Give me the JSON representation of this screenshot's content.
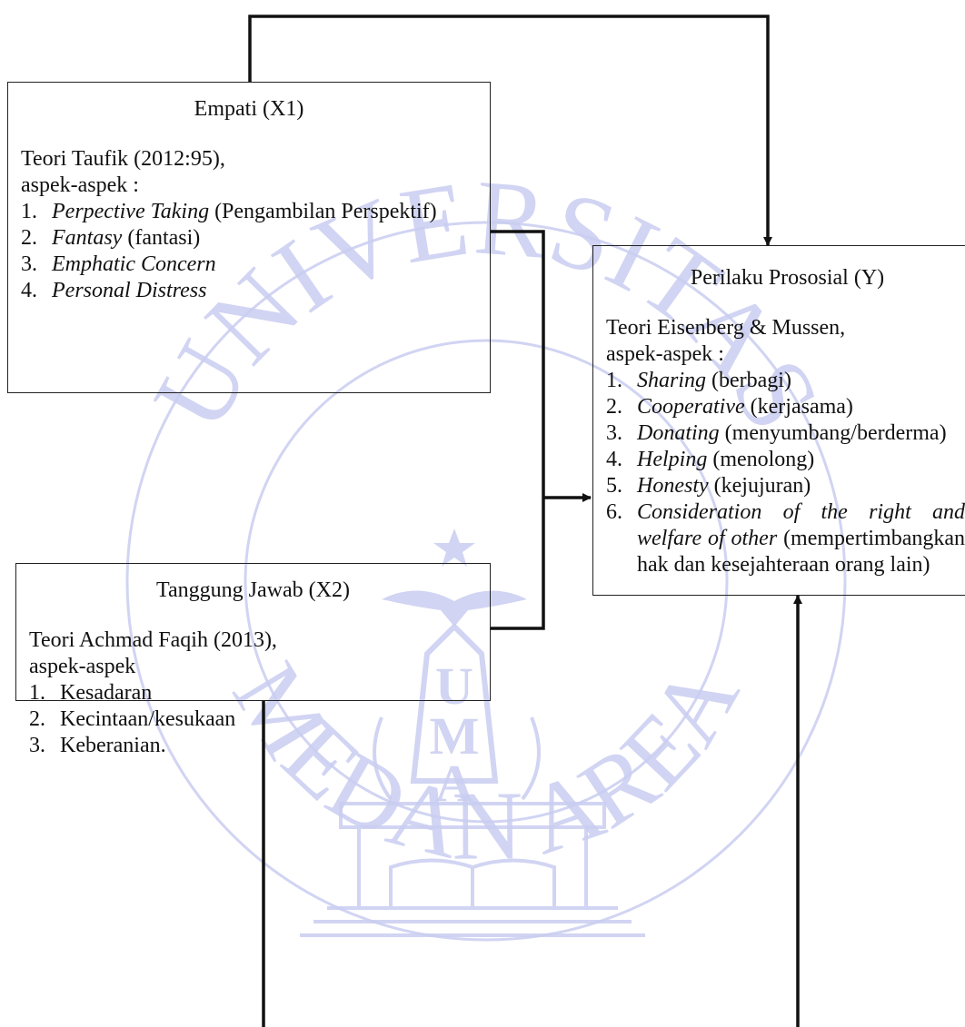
{
  "watermark": {
    "upper_text": "UNIVERSITAS",
    "lower_text": "MEDAN AREA",
    "letters": [
      "U",
      "M",
      "A"
    ],
    "color": "#c9cdf0"
  },
  "box_x1": {
    "title": "Empati (X1)",
    "lead_line1": "Teori Taufik (2012:95),",
    "lead_line2": "aspek-aspek :",
    "items": [
      {
        "num": "1.",
        "term": "Perpective Taking",
        "note": " (Pengambilan Perspektif)"
      },
      {
        "num": "2.",
        "term": "Fantasy",
        "note": " (fantasi)"
      },
      {
        "num": "3.",
        "term": "Emphatic Concern",
        "note": ""
      },
      {
        "num": "4.",
        "term": "Personal Distress",
        "note": ""
      }
    ]
  },
  "box_x2": {
    "title": "Tanggung Jawab (X2)",
    "lead_line1": "Teori Achmad Faqih (2013),",
    "lead_line2": "aspek-aspek",
    "items": [
      {
        "num": "1.",
        "text": "Kesadaran"
      },
      {
        "num": "2.",
        "text": "Kecintaan/kesukaan"
      },
      {
        "num": "3.",
        "text": "Keberanian."
      }
    ]
  },
  "box_y": {
    "title": "Perilaku Prososial (Y)",
    "lead_line1": "Teori Eisenberg & Mussen,",
    "lead_line2": "aspek-aspek :",
    "items": [
      {
        "num": "1.",
        "term": "Sharing",
        "note": " (berbagi)"
      },
      {
        "num": "2.",
        "term": "Cooperative",
        "note": " (kerjasama)"
      },
      {
        "num": "3.",
        "term": "Donating",
        "note": " (menyumbang/berderma)"
      },
      {
        "num": "4.",
        "term": "Helping",
        "note": " (menolong)"
      },
      {
        "num": "5.",
        "term": "Honesty",
        "note": " (kejujuran)"
      },
      {
        "num": "6.",
        "term": "Consideration of the right and welfare of other",
        "note": " (mempertimbangkan hak dan kesejahteraan orang lain)"
      }
    ]
  },
  "colors": {
    "line": "#111111",
    "border": "#222222"
  }
}
